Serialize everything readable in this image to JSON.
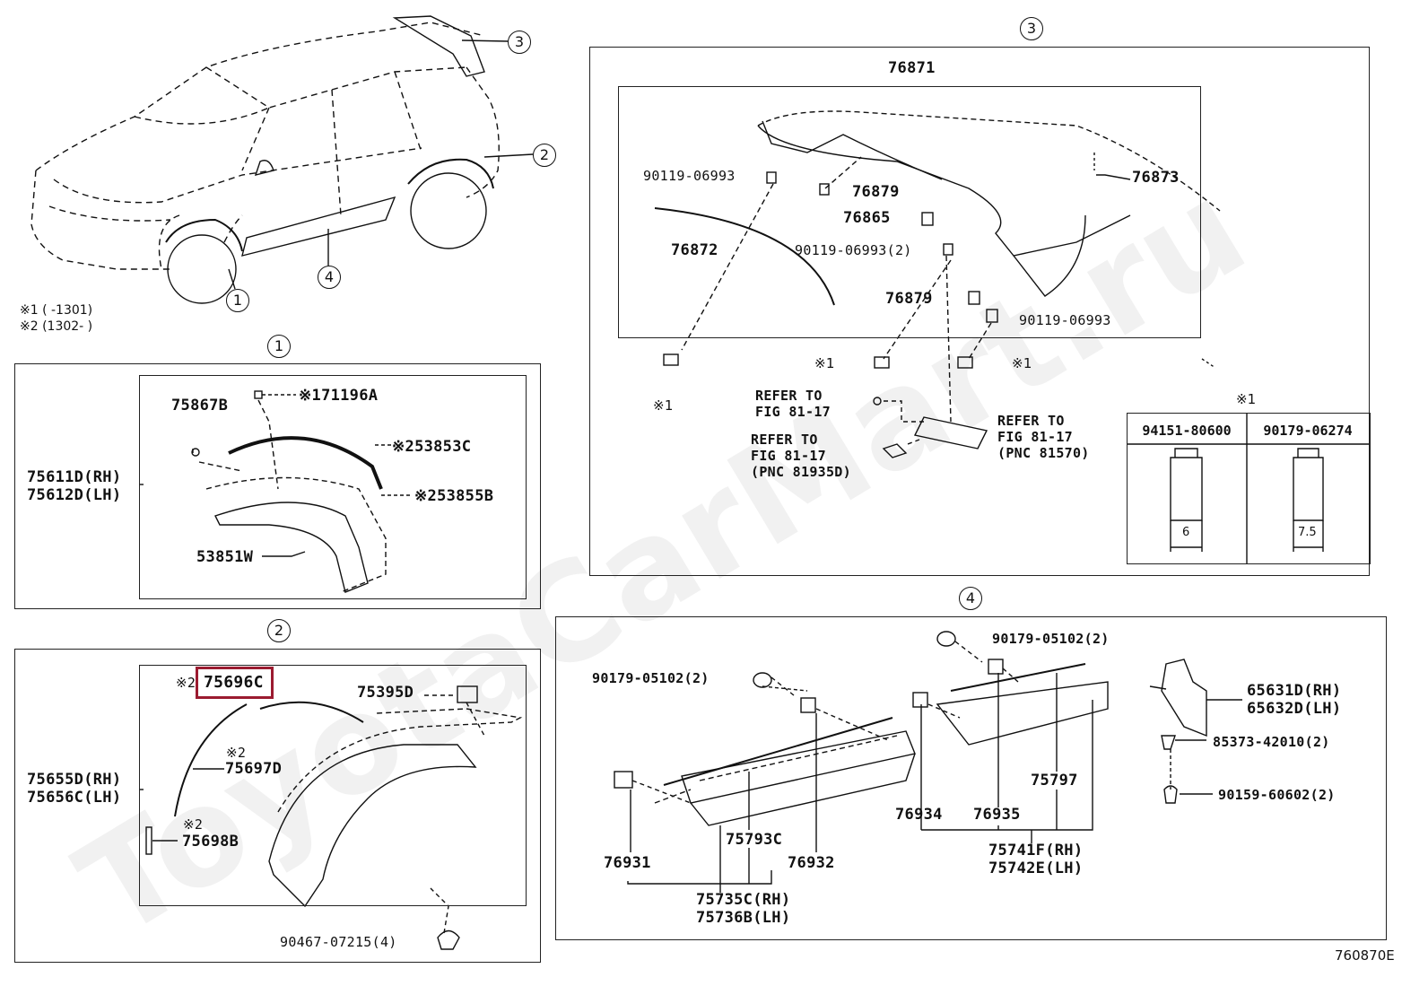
{
  "diagram_code": "760870E",
  "watermark": "ToyotaCarMart.ru",
  "legend": {
    "note1": "※1 (    -1301)",
    "note2": "※2 (1302-    )"
  },
  "callouts": {
    "c1": "1",
    "c2": "2",
    "c3": "3",
    "c4": "4"
  },
  "section1": {
    "title": "1",
    "parts": {
      "p75867B": "75867B",
      "p71196A": "※171196A",
      "p53853C": "※253853C",
      "p53855B": "※253855B",
      "p53851W": "53851W",
      "p75611D": "75611D(RH)",
      "p75612D": "75612D(LH)"
    }
  },
  "section2": {
    "title": "2",
    "parts": {
      "p75696C_mark": "※2",
      "p75696C": "75696C",
      "p75395D": "75395D",
      "p75697D_mark": "※2",
      "p75697D": "75697D",
      "p75655D": "75655D(RH)",
      "p75656C": "75656C(LH)",
      "p75698B_mark": "※2",
      "p75698B": "75698B",
      "p90467": "90467-07215(4)"
    }
  },
  "section3": {
    "title": "3",
    "parts": {
      "p76871": "76871",
      "p90119a": "90119-06993",
      "p76879a": "76879",
      "p76873": "76873",
      "p76865": "76865",
      "p90119b": "90119-06993(2)",
      "p76872": "76872",
      "p76879b": "76879",
      "p90119c": "90119-06993",
      "m1a": "※1",
      "m1b": "※1",
      "m1c": "※1",
      "ref1a": "REFER TO",
      "ref1b": "FIG 81-17",
      "ref2a": "REFER TO",
      "ref2b": "FIG 81-17",
      "ref2c": "(PNC 81935D)",
      "ref3a": "REFER TO",
      "ref3b": "FIG 81-17",
      "ref3c": "(PNC 81570)"
    },
    "table": {
      "title": "※1",
      "col1": "94151-80600",
      "col2": "90179-06274",
      "dim1": "6",
      "dim2": "7.5"
    }
  },
  "section4": {
    "title": "4",
    "parts": {
      "p90179a": "90179-05102(2)",
      "p90179b": "90179-05102(2)",
      "p65631D": "65631D(RH)",
      "p65632D": "65632D(LH)",
      "p85373": "85373-42010(2)",
      "p90159": "90159-60602(2)",
      "p75797": "75797",
      "p76934": "76934",
      "p76935": "76935",
      "p75741F": "75741F(RH)",
      "p75742E": "75742E(LH)",
      "p75793C": "75793C",
      "p76931": "76931",
      "p76932": "76932",
      "p75735C": "75735C(RH)",
      "p75736B": "75736B(LH)"
    }
  }
}
